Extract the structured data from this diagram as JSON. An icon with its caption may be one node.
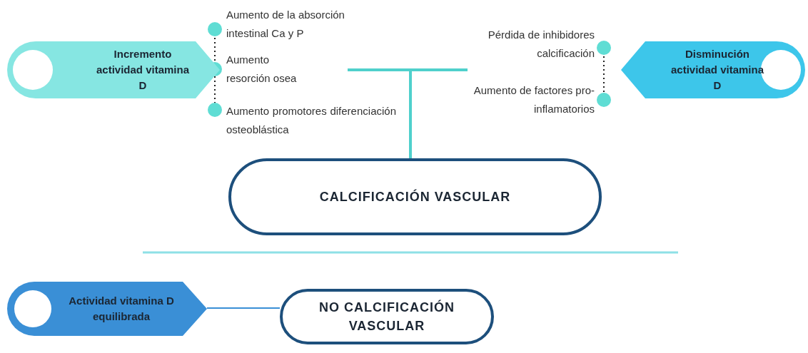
{
  "diagram": {
    "nodes": [
      {
        "text": [
          "Incremento actividad vitamina D"
        ]
      },
      {
        "text": [
          "Disminución actividad vitamina D"
        ]
      },
      {
        "text": [
          "CALCIFICACIÓN VASCULAR"
        ]
      },
      {
        "text": [
          "Actividad vitamina D equilibrada"
        ]
      },
      {
        "text": [
          "NO CALCIFICACIÓN VASCULAR"
        ]
      }
    ],
    "edges": [
      {
        "from": null,
        "to": 2,
        "arrow": "none",
        "style": "thick"
      },
      {
        "from": 3,
        "to": 4,
        "arrow": "none"
      }
    ],
    "labels": [
      "Aumento de la absorción intestinal Ca y P",
      "Aumento resorción osea",
      "Aumento promotores diferenciación osteoblástica",
      "Pérdida de inhibidores calcificación",
      "Aumento de factores pro-inflamatorios"
    ]
  }
}
